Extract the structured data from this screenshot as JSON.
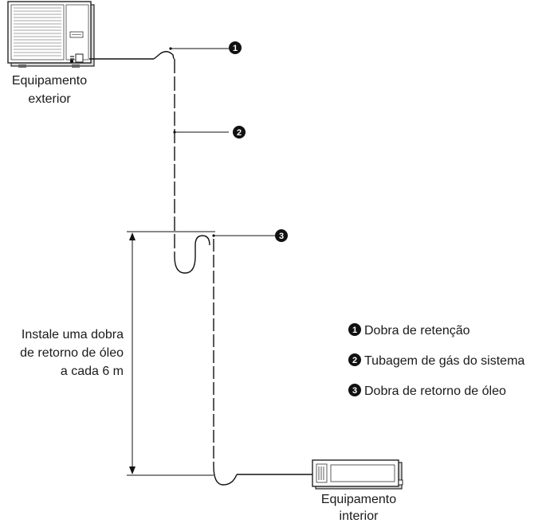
{
  "outdoor_unit": {
    "label_line1": "Equipamento",
    "label_line2": "exterior"
  },
  "indoor_unit": {
    "label_line1": "Equipamento",
    "label_line2": "interior"
  },
  "callouts": [
    "1",
    "2",
    "3"
  ],
  "dimension_note": {
    "line1": "Instale uma dobra",
    "line2": "de retorno de óleo",
    "line3": "a cada 6 m"
  },
  "legend": {
    "items": [
      {
        "number": "1",
        "text": "Dobra de retenção"
      },
      {
        "number": "2",
        "text": "Tubagem de gás do sistema"
      },
      {
        "number": "3",
        "text": "Dobra de retorno de óleo"
      }
    ]
  }
}
